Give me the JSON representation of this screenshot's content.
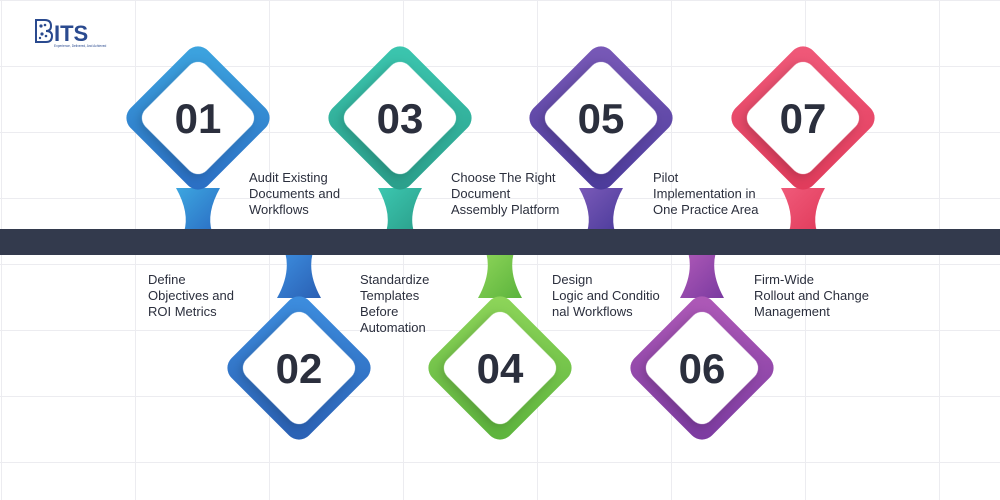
{
  "brand": {
    "logo_text": "ITS",
    "tagline": "Experience, Delivered, And Achieved",
    "colors": {
      "primary": "#2a4a8f",
      "dark": "#2b2f3d"
    }
  },
  "timeline": {
    "bar_color": "#333a4d",
    "steps": [
      {
        "number": "01",
        "label_lines": [
          "Audit Existing",
          "Documents and",
          "Workflows"
        ],
        "color_from": "#3da6e0",
        "color_to": "#2a6cc3"
      },
      {
        "number": "02",
        "label_lines": [
          "Define",
          "Objectives and",
          "ROI Metrics"
        ],
        "color_from": "#3d8fe0",
        "color_to": "#2a5fb3"
      },
      {
        "number": "03",
        "label_lines": [
          "Choose The Right",
          "Document",
          "Assembly Platform"
        ],
        "color_from": "#3cc7b0",
        "color_to": "#2a9e8a"
      },
      {
        "number": "04",
        "label_lines": [
          "Standardize",
          "Templates",
          "Before",
          "Automation"
        ],
        "color_from": "#8fd65a",
        "color_to": "#5bb33c"
      },
      {
        "number": "05",
        "label_lines": [
          "Pilot",
          "Implementation in",
          "One Practice Area"
        ],
        "color_from": "#7a5ab8",
        "color_to": "#4a3a9a"
      },
      {
        "number": "06",
        "label_lines": [
          "Design",
          "Logic and Conditio",
          "nal Workflows"
        ],
        "color_from": "#b05ab8",
        "color_to": "#7a3aa0"
      },
      {
        "number": "07",
        "label_lines": [
          "Firm-Wide",
          "Rollout and Change",
          "Management"
        ],
        "color_from": "#f05a7a",
        "color_to": "#e03a5a"
      }
    ]
  }
}
